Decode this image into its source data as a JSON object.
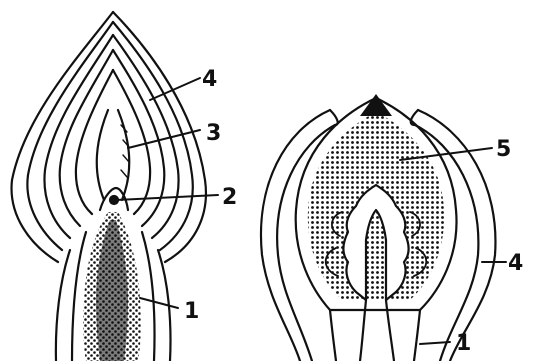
{
  "figure": {
    "left_bud": {
      "labels": [
        "4",
        "3",
        "2",
        "1"
      ]
    },
    "right_bud": {
      "labels": [
        "5",
        "4",
        "1"
      ]
    }
  },
  "colors": {
    "ink": "#111111",
    "paper": "#ffffff"
  }
}
